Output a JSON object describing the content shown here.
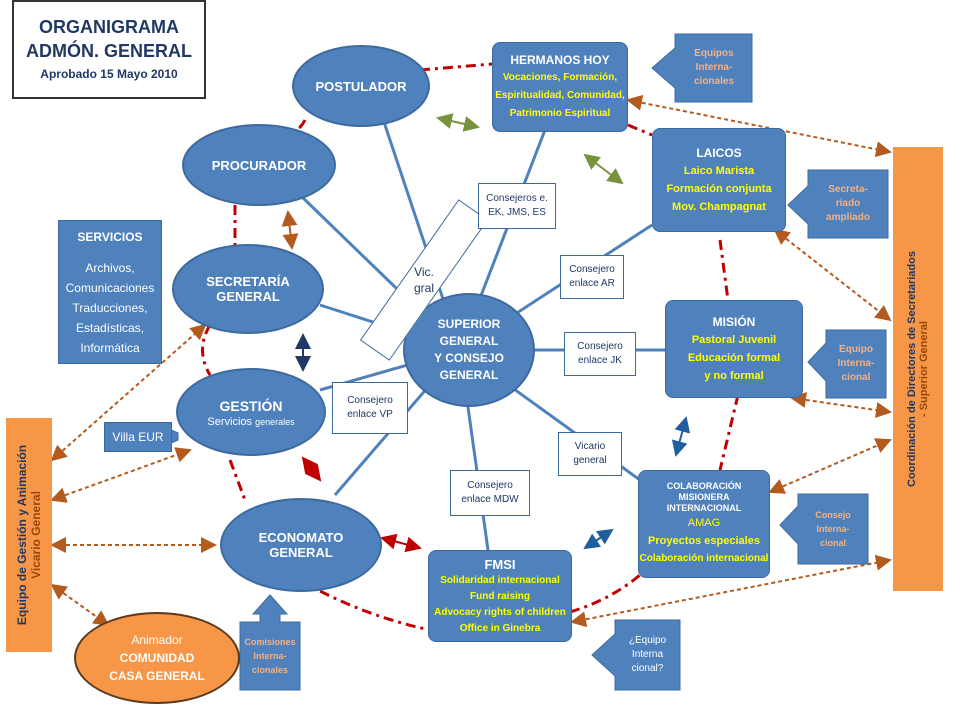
{
  "title": {
    "line1": "ORGANIGRAMA",
    "line2": "ADMÓN. GENERAL",
    "line3": "Aprobado 15 Mayo 2010"
  },
  "nodes": {
    "postulador": "POSTULADOR",
    "procurador": "PROCURADOR",
    "secretaria": {
      "l1": "SECRETARÍA",
      "l2": "GENERAL"
    },
    "gestion": {
      "title": "GESTIÓN",
      "sub1": "Servicios ",
      "sub2": "generales"
    },
    "economato": {
      "l1": "ECONOMATO",
      "l2": "GENERAL"
    },
    "superior": {
      "l1": "SUPERIOR",
      "l2": "GENERAL",
      "l3": "Y CONSEJO",
      "l4": "GENERAL"
    },
    "hermanos": {
      "title": "HERMANOS HOY",
      "items": [
        "Vocaciones, Formación,",
        "Espiritualidad,  Comunidad,",
        "Patrimonio Espiritual"
      ]
    },
    "laicos": {
      "title": "LAICOS",
      "items": [
        "Laico Marista",
        "Formación conjunta",
        "Mov. Champagnat"
      ]
    },
    "mision": {
      "title": "MISIÓN",
      "items": [
        "Pastoral Juvenil",
        "Educación formal",
        "y no formal"
      ]
    },
    "colaboracion": {
      "title": [
        "COLABORACIÓN",
        "MISIONERA",
        "INTERNACIONAL"
      ],
      "items": [
        "AMAG",
        "Proyectos especiales",
        "Colaboración internacional"
      ]
    },
    "fmsi": {
      "title": "FMSI",
      "items": [
        "Solidaridad internacional",
        "Fund raising",
        "Advocacy rights of children",
        "Office in Ginebra"
      ]
    },
    "servicios": {
      "title": "SERVICIOS",
      "items": [
        "Archivos,",
        "Comunicaciones",
        "Traducciones,",
        "Estadísticas,",
        "Informática"
      ]
    },
    "villa": "Villa EUR",
    "animador": {
      "l1": "Animador",
      "l2": "COMUNIDAD",
      "l3": "CASA GENERAL"
    },
    "vicario_bar": "Vic. gral"
  },
  "links": {
    "consejeros_e": [
      "Consejeros e.",
      "EK, JMS, ES"
    ],
    "ar": [
      "Consejero",
      "enlace AR"
    ],
    "jk": [
      "Consejero",
      "enlace JK"
    ],
    "vp": [
      "Consejero",
      "enlace VP"
    ],
    "mdw": [
      "Consejero",
      "enlace MDW"
    ],
    "vicario": [
      "Vicario",
      "general"
    ]
  },
  "arrows": {
    "equipos_int": [
      "Equipos",
      "Interna-",
      "cionales"
    ],
    "secretariado": [
      "Secreta-",
      "riado",
      "ampliado"
    ],
    "equipo_int": [
      "Equipo",
      "Interna-",
      "cional"
    ],
    "consejo_int": [
      "Consejo",
      "Interna-",
      "cional"
    ],
    "equipo_q": [
      "¿Equipo",
      "Interna",
      "cional?"
    ],
    "comisiones": [
      "Comisiones",
      "Interna-",
      "cionales"
    ]
  },
  "side": {
    "left": {
      "l1": "Equipo de Gestión y Animación",
      "l2": "Vicario General"
    },
    "right": {
      "l1": "Coordinación de Directores de Secretariados",
      "l2": "- Superior General"
    }
  },
  "colors": {
    "node": "#4f81bd",
    "side": "#f79646",
    "dash": "#c00000",
    "dotted": "#b35a1f",
    "green": "#77933c"
  }
}
